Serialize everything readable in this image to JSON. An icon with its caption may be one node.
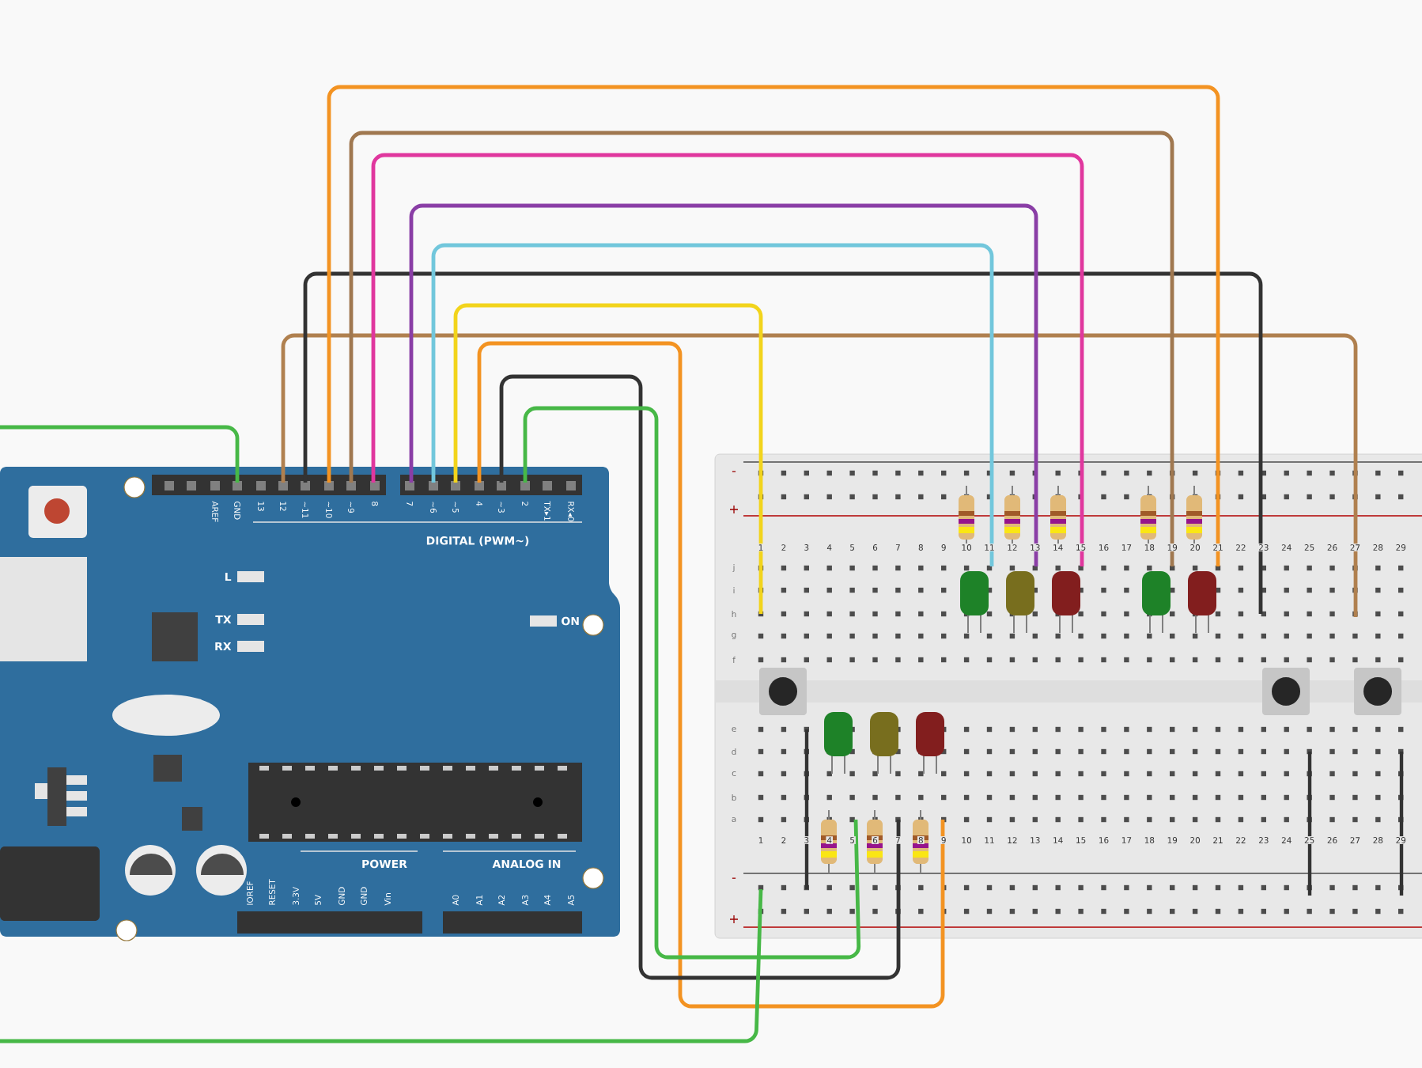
{
  "diagram": {
    "nodes": [
      {
        "text": [],
        "shape": "picture"
      },
      {
        "text": [],
        "shape": "picture"
      }
    ],
    "edges": [
      {
        "from": 0,
        "to": null,
        "arrow": "none",
        "color": "#47b847"
      },
      {
        "from": 0,
        "to": 1,
        "arrow": "none",
        "color": "#b0804f"
      },
      {
        "from": 0,
        "to": 1,
        "arrow": "none",
        "color": "#333333"
      },
      {
        "from": 0,
        "to": 1,
        "arrow": "none",
        "color": "#f39322"
      },
      {
        "from": 0,
        "to": 1,
        "arrow": "none",
        "color": "#a07850"
      },
      {
        "from": 0,
        "to": 1,
        "arrow": "none",
        "color": "#e0379e"
      },
      {
        "from": 0,
        "to": 1,
        "arrow": "none",
        "color": "#8a3ea6"
      },
      {
        "from": 0,
        "to": 1,
        "arrow": "none",
        "color": "#72c7dc"
      },
      {
        "from": 0,
        "to": 1,
        "arrow": "none",
        "color": "#f2d41c"
      },
      {
        "from": 0,
        "to": 1,
        "arrow": "none",
        "color": "#f39322"
      },
      {
        "from": 0,
        "to": 1,
        "arrow": "none",
        "color": "#333333"
      },
      {
        "from": 0,
        "to": 1,
        "arrow": "none",
        "color": "#47b847"
      },
      {
        "from": null,
        "to": 1,
        "arrow": "none",
        "color": "#47b847"
      }
    ],
    "labels": [
      "AREF",
      "GND",
      "13",
      "12",
      "~11",
      "~10",
      "~9",
      "8",
      "7",
      "~6",
      "~5",
      "4",
      "~3",
      "2",
      "TX▸1",
      "RX◂0",
      "DIGITAL (PWM~)",
      "L",
      "TX",
      "RX",
      "ON",
      "POWER",
      "ANALOG IN",
      "IOREF",
      "RESET",
      "3.3V",
      "5V",
      "GND",
      "GND",
      "Vin",
      "A0",
      "A1",
      "A2",
      "A3",
      "A4",
      "A5",
      "-",
      "+",
      "1",
      "2",
      "3",
      "4",
      "5",
      "6",
      "7",
      "8",
      "9",
      "10",
      "11",
      "12",
      "13",
      "14",
      "15",
      "16",
      "17",
      "18",
      "19",
      "20",
      "21",
      "22",
      "23",
      "24",
      "25",
      "26",
      "27",
      "28",
      "29",
      "j",
      "i",
      "h",
      "g",
      "f",
      "e",
      "d",
      "c",
      "b",
      "a",
      "1",
      "2",
      "3",
      "4",
      "5",
      "6",
      "7",
      "8",
      "9",
      "10",
      "11",
      "12",
      "13",
      "14",
      "15",
      "16",
      "17",
      "18",
      "19",
      "20",
      "21",
      "22",
      "23",
      "24",
      "25",
      "26",
      "27",
      "28",
      "29",
      "-",
      "+"
    ]
  }
}
